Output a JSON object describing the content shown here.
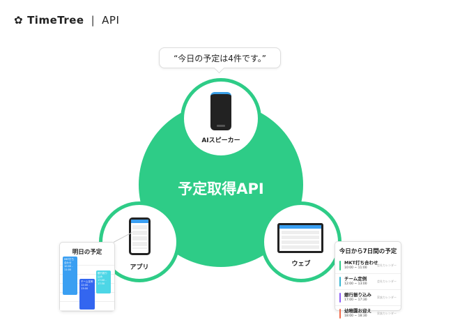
{
  "header": {
    "brand": "TimeTree",
    "separator": "|",
    "product": "API"
  },
  "center": {
    "title": "予定取得API",
    "color": "#2ecc87"
  },
  "speech": {
    "text": "“今日の予定は4件です。”"
  },
  "nodes": {
    "speaker": "AIスピーカー",
    "app": "アプリ",
    "web": "ウェブ"
  },
  "app_card": {
    "title": "明日の予定",
    "events": [
      {
        "title": "MKT打ち合わせ",
        "time": "10:00 - 11:00",
        "color": "#3a9ff2"
      },
      {
        "title": "チーム定例",
        "time": "12:00 - 13:00",
        "color": "#3366f0"
      },
      {
        "title": "銀行振り込み",
        "time": "17:00 - 17:30",
        "color": "#4dd6e6"
      }
    ]
  },
  "web_card": {
    "title": "今日から7日間の予定",
    "events": [
      {
        "title": "MKT打ち合わせ",
        "time": "10:00 ~ 11:00",
        "calendar": "会社カレンダー",
        "color": "#2ecc87"
      },
      {
        "title": "チーム定例",
        "time": "12:00 ~ 13:00",
        "calendar": "会社カレンダー",
        "color": "#35b5d0"
      },
      {
        "title": "銀行振り込み",
        "time": "17:00 ~ 17:30",
        "calendar": "家族カレンダー",
        "color": "#8b5cf6"
      },
      {
        "title": "幼稚園お迎え",
        "time": "18:00 ~ 18:30",
        "calendar": "家族カレンダー",
        "color": "#f06a4a"
      }
    ]
  }
}
